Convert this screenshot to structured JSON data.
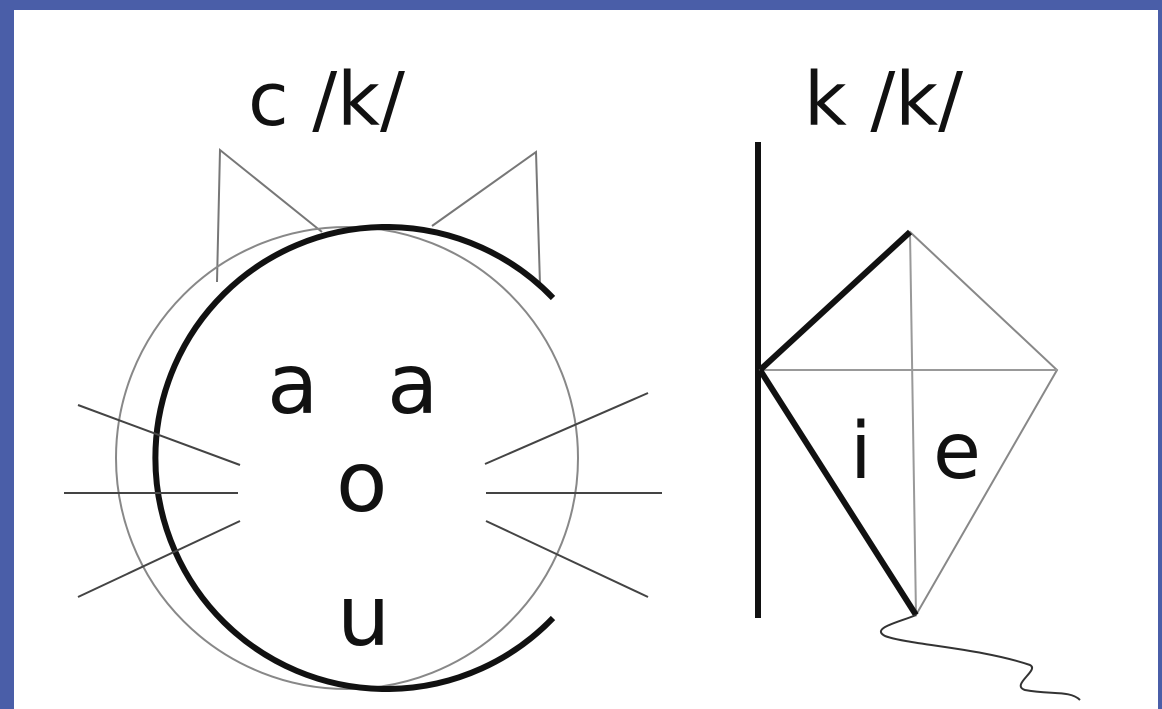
{
  "left_panel": {
    "title": "c /k/",
    "letters": [
      "a",
      "a",
      "o",
      "u"
    ]
  },
  "right_panel": {
    "title": "k /k/",
    "letters": [
      "i",
      "e"
    ]
  },
  "colors": {
    "frame": "#4a5ea8",
    "ink": "#111111",
    "thin_line": "#777777"
  }
}
